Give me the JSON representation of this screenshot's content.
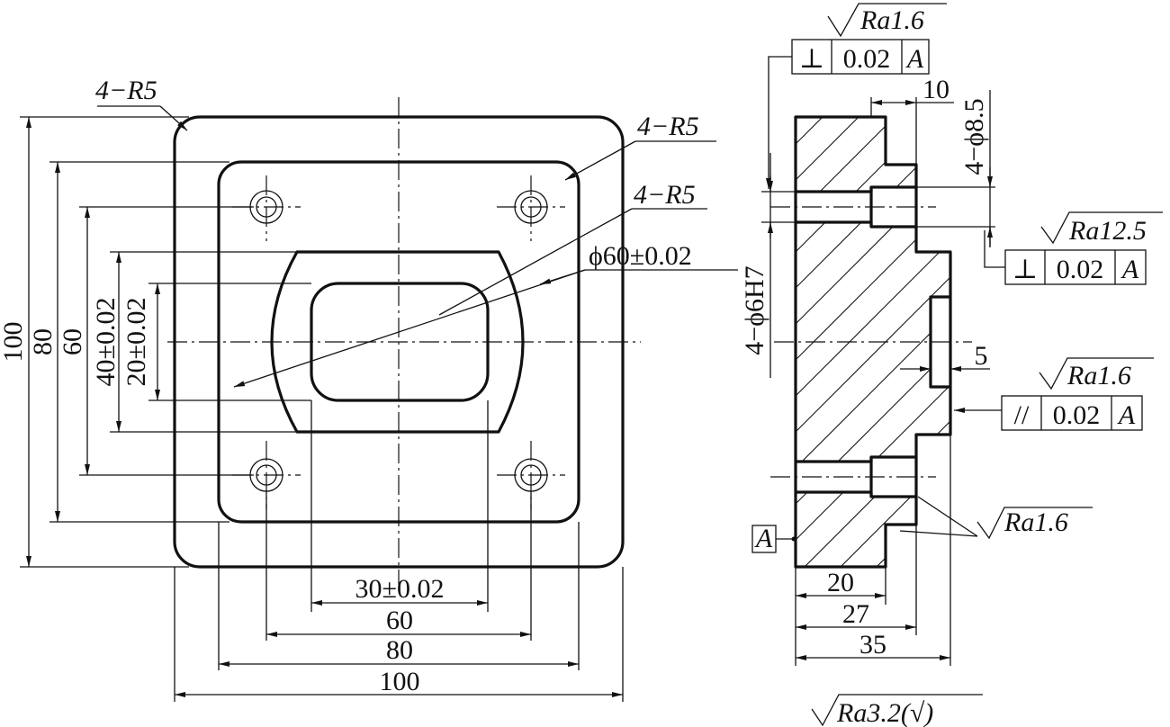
{
  "front_view": {
    "corner_radius_outer": "4−R5",
    "corner_radius_inner": "4−R5",
    "corner_radius_pocket": "4−R5",
    "diameter_pocket": "ϕ60±0.02",
    "dim_height_100": "100",
    "dim_height_80": "80",
    "dim_height_60": "60",
    "dim_height_40": "40±0.02",
    "dim_height_20": "20±0.02",
    "dim_width_30": "30±0.02",
    "dim_width_60": "60",
    "dim_width_80": "80",
    "dim_width_100": "100"
  },
  "side_view": {
    "hole_cbore": "4−ϕ8.5",
    "hole_pin": "4−ϕ6H7",
    "dim_10": "10",
    "dim_5": "5",
    "dim_20": "20",
    "dim_27": "27",
    "dim_35": "35",
    "datum_label": "A",
    "roughness_top": "Ra1.6",
    "roughness_right_top": "Ra12.5",
    "roughness_right_mid": "Ra1.6",
    "roughness_bottom": "Ra1.6",
    "tol_perp_1": {
      "symbol": "⊥",
      "value": "0.02",
      "datum": "A"
    },
    "tol_perp_2": {
      "symbol": "⊥",
      "value": "0.02",
      "datum": "A"
    },
    "tol_parallel": {
      "symbol": "//",
      "value": "0.02",
      "datum": "A"
    }
  },
  "general_roughness": "Ra3.2(√)"
}
